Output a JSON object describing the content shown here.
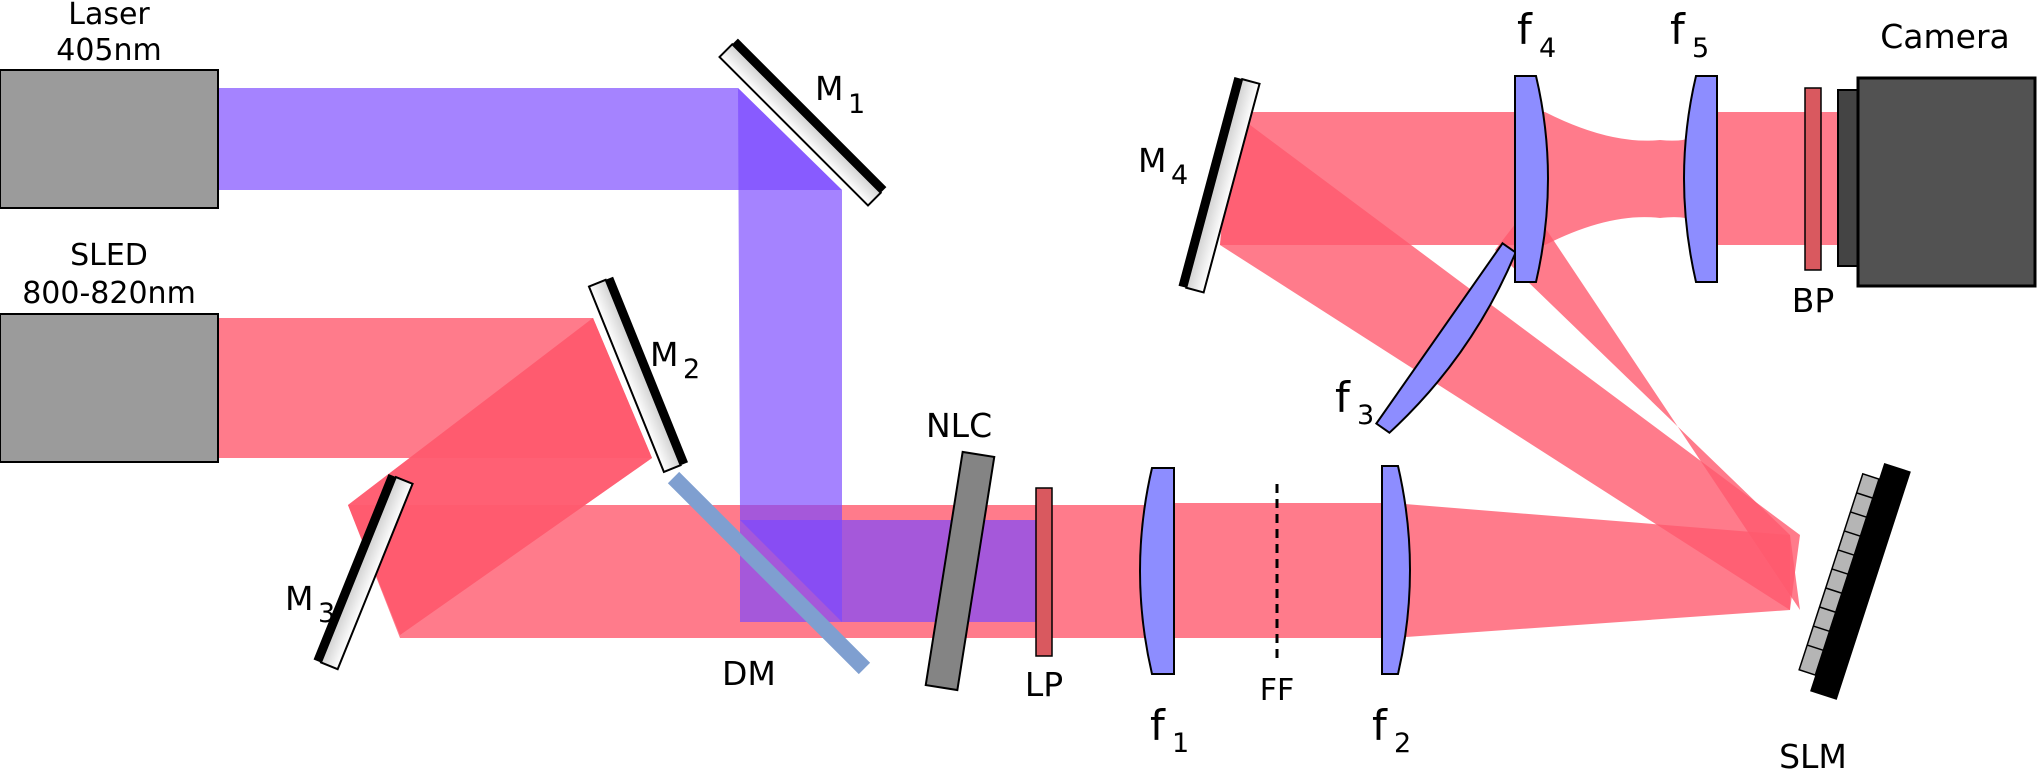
{
  "colors": {
    "red_beam": "#ff5a6e",
    "blue_beam": "#7b48ff",
    "lens": "#8d8dff",
    "filter": "#d9595f",
    "dichroic": "#7f9fd0",
    "box": "#9b9b9b",
    "camera": "#525252",
    "nlc": "#848484"
  },
  "labels": {
    "laser_line1": "Laser",
    "laser_line2": "405nm",
    "sled_line1": "SLED",
    "sled_line2": "800-820nm",
    "mirror": "M",
    "m1_sub": "1",
    "m2_sub": "2",
    "m3_sub": "3",
    "m4_sub": "4",
    "lens": "f",
    "f1_sub": "1",
    "f2_sub": "2",
    "f3_sub": "3",
    "f4_sub": "4",
    "f5_sub": "5",
    "dm": "DM",
    "nlc": "NLC",
    "lp": "LP",
    "ff": "FF",
    "slm": "SLM",
    "bp": "BP",
    "camera": "Camera"
  }
}
